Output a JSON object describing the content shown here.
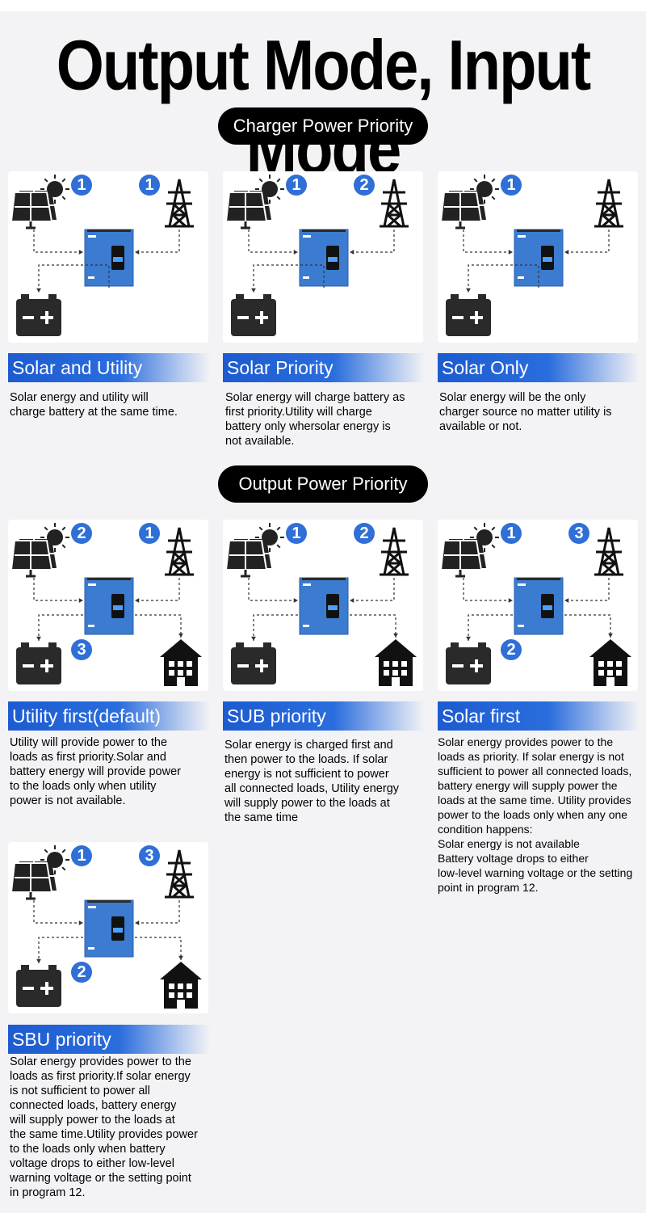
{
  "title": "Output Mode, Input Mode",
  "charger_section": {
    "label": "Charger Power Priority",
    "modes": [
      {
        "name": "Solar and Utility",
        "solar_badge": "1",
        "grid_badge": "1",
        "battery_badge": "",
        "description": "Solar energy and utility will\ncharge battery at the same time."
      },
      {
        "name": "Solar Priority",
        "solar_badge": "1",
        "grid_badge": "2",
        "battery_badge": "",
        "description": "Solar energy will charge battery as\nfirst priority.Utility will charge\nbattery only whersolar energy is\nnot available."
      },
      {
        "name": "Solar Only",
        "solar_badge": "1",
        "grid_badge": "",
        "battery_badge": "",
        "description": "Solar energy will be the only\ncharger source no matter utility is\navailable or not."
      }
    ]
  },
  "output_section": {
    "label": "Output Power Priority",
    "modes": [
      {
        "name": "Utility first(default)",
        "solar_badge": "2",
        "grid_badge": "1",
        "battery_badge": "3",
        "description": "Utility will provide power to the\nloads as first priority.Solar and\nbattery energy will provide power\nto the loads only when utility\npower is not available."
      },
      {
        "name": "SUB priority",
        "solar_badge": "1",
        "grid_badge": "2",
        "battery_badge": "",
        "description": "Solar energy is charged first and\nthen power to the loads. If solar\nenergy is not sufficient to power\nall connected loads, Utility energy\nwill supply power to the loads at\nthe same time"
      },
      {
        "name": "Solar first",
        "solar_badge": "1",
        "grid_badge": "3",
        "battery_badge": "2",
        "description": "Solar energy provides power to the\nloads as priority. If solar energy is not\nsufficient to power all connected loads,\nbattery energy will supply power the\nloads at the same time. Utility provides\npower to the loads only when any one\ncondition happens:\nSolar energy is not available\nBattery voltage drops to either\nlow-level warning voltage or the setting\npoint in program 12."
      },
      {
        "name": "SBU priority",
        "solar_badge": "1",
        "grid_badge": "3",
        "battery_badge": "2",
        "description": "Solar energy provides power to the\nloads as first priority.If solar energy\nis not sufficient to power all\nconnected loads, battery energy\nwill supply power to the loads at\nthe same time.Utility provides power\n to the loads only when battery\nvoltage drops to either low-level\nwarning voltage or the setting point\nin program 12."
      }
    ]
  },
  "icons": [
    "solar-panel-icon",
    "sun-icon",
    "power-tower-icon",
    "inverter-icon",
    "battery-icon",
    "house-icon"
  ],
  "colors": {
    "badge": "#2f6fd6",
    "inverter": "#3b7bd0",
    "header_blue": "#1d5bd0",
    "pill": "#000000"
  }
}
